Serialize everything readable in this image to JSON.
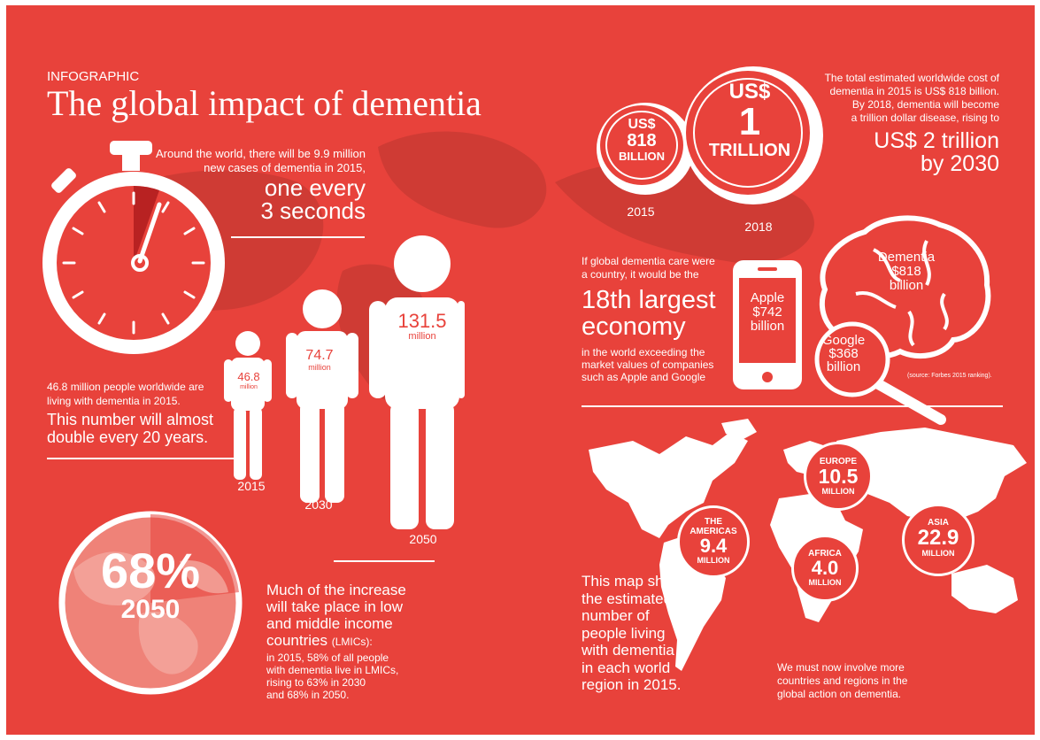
{
  "header": {
    "kicker": "INFOGRAPHIC",
    "title": "The global impact of dementia"
  },
  "clock": {
    "line1": "Around the world, there will be 9.9 million",
    "line2": "new cases of dementia in 2015,",
    "big1": "one every",
    "big2": "3 seconds"
  },
  "people": {
    "intro1": "46.8 million people worldwide are",
    "intro2": "living with dementia in 2015.",
    "big1": "This number will almost",
    "big2": "double every 20 years.",
    "figures": [
      {
        "value": "46.8",
        "unit": "million",
        "year": "2015"
      },
      {
        "value": "74.7",
        "unit": "million",
        "year": "2030"
      },
      {
        "value": "131.5",
        "unit": "million",
        "year": "2050"
      }
    ]
  },
  "globe": {
    "percent": "68%",
    "year": "2050",
    "big1": "Much of the increase",
    "big2": "will take place in low",
    "big3": "and middle income",
    "big4": "countries",
    "abbr": "(LMICs):",
    "small1": "in 2015, 58% of all people",
    "small2": "with dementia live in LMICs,",
    "small3": "rising to 63% in 2030",
    "small4": "and 68% in 2050."
  },
  "cost": {
    "coin1_a": "US$",
    "coin1_b": "818",
    "coin1_c": "BILLION",
    "coin1_year": "2015",
    "coin2_a": "US$",
    "coin2_b": "1",
    "coin2_c": "TRILLION",
    "coin2_year": "2018",
    "text1": "The total estimated worldwide cost of",
    "text2": "dementia in 2015 is US$ 818 billion.",
    "text3": "By 2018, dementia will become",
    "text4": "a trillion dollar disease, rising to",
    "big1": "US$ 2 trillion",
    "big2": "by 2030"
  },
  "economy": {
    "small1": "If global dementia care were",
    "small2": "a country, it would be the",
    "big1": "18th largest",
    "big2": "economy",
    "rest1": "in the world exceeding the",
    "rest2": "market values of companies",
    "rest3": "such as Apple and Google",
    "apple1": "Apple",
    "apple2": "$742",
    "apple3": "billion",
    "google1": "Google",
    "google2": "$368",
    "google3": "billion",
    "brain1": "Dementia",
    "brain2": "$818",
    "brain3": "billion",
    "source": "(source: Forbes 2015 ranking)."
  },
  "map": {
    "text1": "This map shows",
    "text2": "the estimated",
    "text3": "number of",
    "text4": "people living",
    "text5": "with dementia",
    "text6": "in each world",
    "text7": "region in 2015.",
    "action1": "We must now involve more",
    "action2": "countries and regions in the",
    "action3": "global action on dementia.",
    "regions": [
      {
        "name": "THE",
        "name2": "AMERICAS",
        "value": "9.4",
        "unit": "MILLION"
      },
      {
        "name": "EUROPE",
        "value": "10.5",
        "unit": "MILLION"
      },
      {
        "name": "AFRICA",
        "value": "4.0",
        "unit": "MILLION"
      },
      {
        "name": "ASIA",
        "value": "22.9",
        "unit": "MILLION"
      }
    ]
  },
  "colors": {
    "background": "#e8423b",
    "foreground": "#ffffff",
    "dark_accent": "#b82222"
  }
}
